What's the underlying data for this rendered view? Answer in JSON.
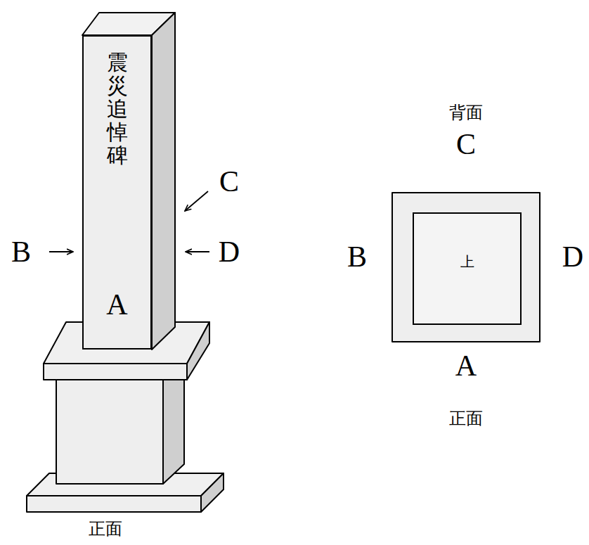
{
  "diagram": {
    "nodes": [
      {
        "text": [
          "震災追悼碑",
          "A"
        ]
      },
      {
        "text": [
          "上"
        ]
      }
    ],
    "labels": [
      "B",
      "C",
      "D",
      "正面",
      "背面",
      "C",
      "B",
      "D",
      "A",
      "正面"
    ]
  }
}
